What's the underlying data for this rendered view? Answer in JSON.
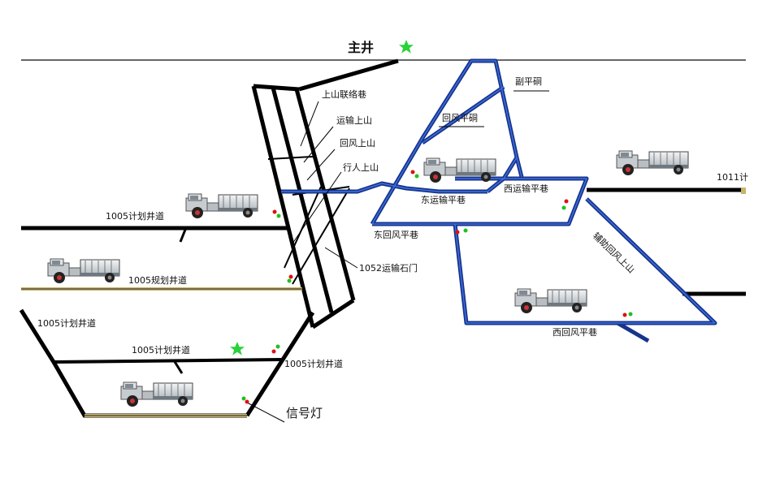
{
  "labels": {
    "main_shaft": "主井",
    "auxiliary_tunnel": "副平硐",
    "hill_connector": "上山联络巷",
    "transport_up": "运输上山",
    "return_air_up": "回风上山",
    "pedestrian_up": "行人上山",
    "return_air_tunnel": "回风平硐",
    "east_transport": "东运输平巷",
    "west_transport": "西运输平巷",
    "east_return": "东回风平巷",
    "west_return": "西回风平巷",
    "aux_return_up": "辅助回风上山",
    "crosscut_1052": "1052运输石门",
    "lane_1005_a": "1005计划井道",
    "lane_1005_b": "1005规划井道",
    "lane_1005_c": "1005计划井道",
    "lane_1005_d": "1005计划井道",
    "lane_1005_e": "1005计划井道",
    "lane_1011": "1011计",
    "signal_light": "信号灯"
  },
  "icons": [
    "vehicle-icon",
    "star-icon",
    "signal-light-icon"
  ],
  "colors": {
    "black_roadway": "#000000",
    "blue_roadway": "#1c47b8",
    "blue_outline": "#16348a",
    "star": "#2bd13a",
    "signal_red": "#e01010",
    "signal_green": "#20c020",
    "rail": "#c8b46a"
  }
}
